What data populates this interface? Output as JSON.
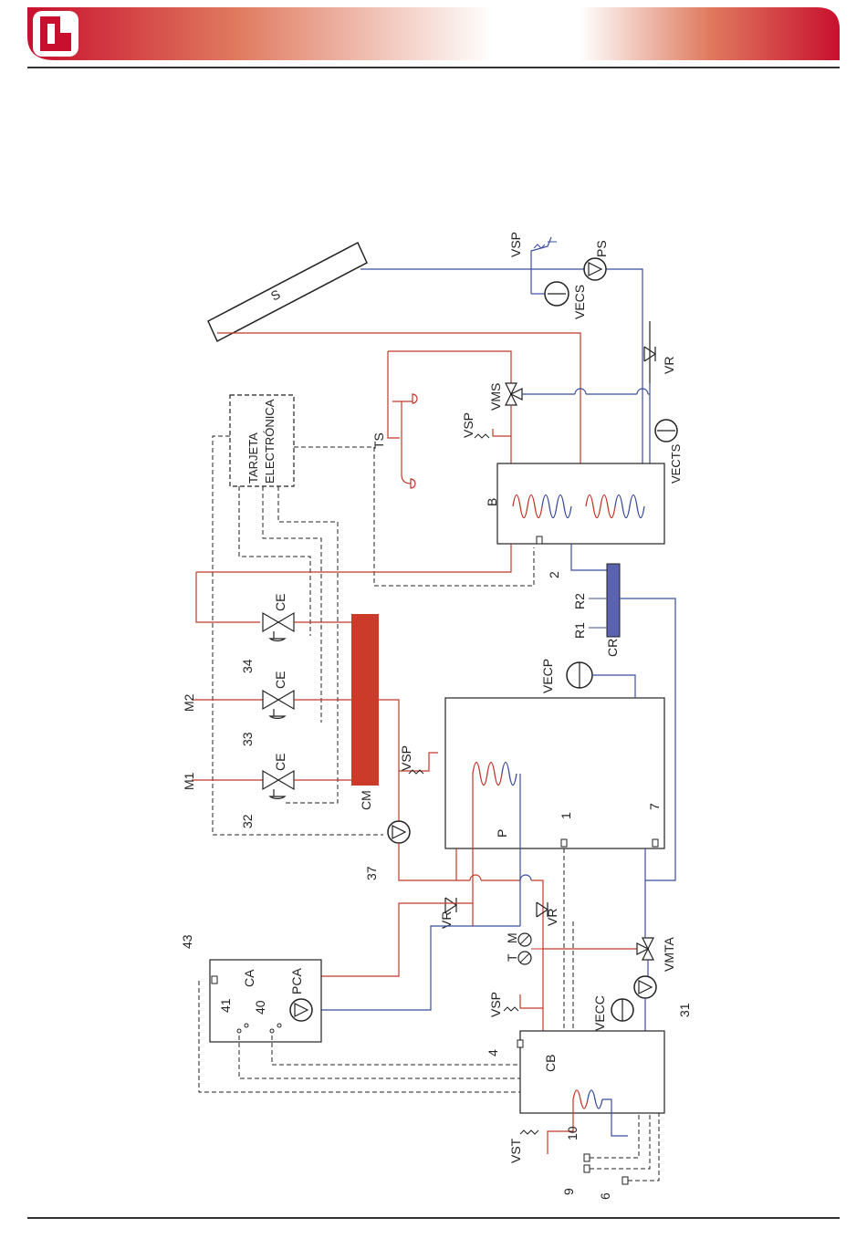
{
  "colors": {
    "brand_red": "#c8102e",
    "hot_line": "#c0392b",
    "cold_line": "#3b4d9c",
    "cm_fill": "#cc3b2a",
    "cr_fill": "#5b62b0"
  },
  "header": {
    "logo_icon": "company-logo-icon"
  },
  "labels": {
    "S": "S",
    "VSP": "VSP",
    "PS": "PS",
    "VECS": "VECS",
    "VR": "VR",
    "VMS": "VMS",
    "VECTS": "VECTS",
    "TS": "TS",
    "tarjeta_1": "TARJETA",
    "tarjeta_2": "ELECTRÓNICA",
    "B": "B",
    "n2": "2",
    "CR": "CR",
    "R1": "R1",
    "R2": "R2",
    "CE": "CE",
    "M1": "M1",
    "M2": "M2",
    "n32": "32",
    "n33": "33",
    "n34": "34",
    "CM": "CM",
    "n37": "37",
    "VECP": "VECP",
    "P": "P",
    "n1": "1",
    "n7": "7",
    "CA": "CA",
    "PCA": "PCA",
    "n43": "43",
    "n41": "41",
    "n40": "40",
    "T": "T",
    "M": "M",
    "VMTA": "VMTA",
    "VECC": "VECC",
    "n31": "31",
    "CB": "CB",
    "n4": "4",
    "VST": "VST",
    "n10": "10",
    "n9": "9",
    "n6": "6"
  }
}
